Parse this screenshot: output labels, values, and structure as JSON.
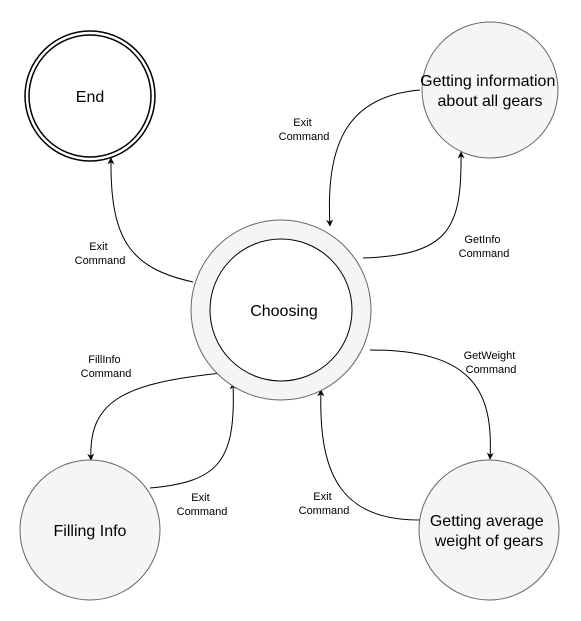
{
  "states": {
    "end": {
      "label": "End"
    },
    "choosing": {
      "label": "Choosing"
    },
    "getting_info": {
      "label_lines": [
        "Getting information",
        "about all gears"
      ]
    },
    "filling_info": {
      "label": "Filling Info"
    },
    "getting_weight": {
      "label_lines": [
        "Getting average",
        "weight of gears"
      ]
    }
  },
  "transitions": {
    "choosing_to_end": {
      "label_lines": [
        "Exit",
        "Command"
      ]
    },
    "info_to_choosing": {
      "label_lines": [
        "Exit",
        "Command"
      ]
    },
    "choosing_to_info": {
      "label_lines": [
        "GetInfo",
        "Command"
      ]
    },
    "choosing_to_filling": {
      "label_lines": [
        "FillInfo",
        "Command"
      ]
    },
    "filling_to_choosing": {
      "label_lines": [
        "Exit",
        "Command"
      ]
    },
    "choosing_to_weight": {
      "label_lines": [
        "GetWeight",
        "Command"
      ]
    },
    "weight_to_choosing": {
      "label_lines": [
        "Exit",
        "Command"
      ]
    }
  },
  "colors": {
    "node_fill": "#f5f5f5",
    "node_stroke": "#666666",
    "end_fill": "#ffffff",
    "end_stroke": "#000000",
    "edge": "#000000"
  }
}
